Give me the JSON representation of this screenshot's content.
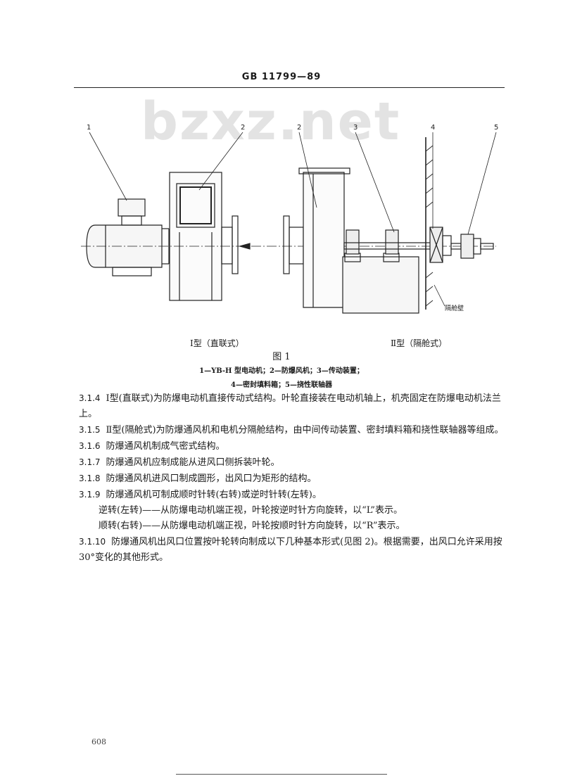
{
  "header": {
    "title": "GB 11799—89"
  },
  "watermark": {
    "text": "bzxz.net"
  },
  "figure": {
    "labels": [
      "1",
      "2",
      "2",
      "3",
      "4",
      "5"
    ],
    "bulkhead_label": "隔舱壁",
    "caption_left": "Ⅰ型（直联式）",
    "caption_right": "Ⅱ型（隔舱式）",
    "title": "图 1",
    "legend_line1": "1—YB-H 型电动机；2—防爆风机；3—传动装置；",
    "legend_line2": "4—密封填料箱；5—挠性联轴器"
  },
  "paragraphs": [
    {
      "num": "3.1.4",
      "text": "Ⅰ型(直联式)为防爆电动机直接传动式结构。叶轮直接装在电动机轴上，机壳固定在防爆电动机法兰上。"
    },
    {
      "num": "3.1.5",
      "text": "Ⅱ型(隔舱式)为防爆通风机和电机分隔舱结构，由中间传动装置、密封填料箱和挠性联轴器等组成。"
    },
    {
      "num": "3.1.6",
      "text": "防爆通风机制成气密式结构。"
    },
    {
      "num": "3.1.7",
      "text": "防爆通风机应制成能从进风口侧拆装叶轮。"
    },
    {
      "num": "3.1.8",
      "text": "防爆通风机进风口制成圆形，出风口为矩形的结构。"
    },
    {
      "num": "3.1.9",
      "text": "防爆通风机可制成顺时针转(右转)或逆时针转(左转)。"
    },
    {
      "num": "",
      "text": "逆转(左转)——从防爆电动机端正视，叶轮按逆时针方向旋转，以“L”表示。"
    },
    {
      "num": "",
      "text": "顺转(右转)——从防爆电动机端正视，叶轮按顺时针方向旋转，以“R”表示。"
    },
    {
      "num": "3.1.10",
      "text": "防爆通风机出风口位置按叶轮转向制成以下几种基本形式(见图 2)。根据需要，出风口允许采用按 30°变化的其他形式。"
    }
  ],
  "page_number": "608"
}
